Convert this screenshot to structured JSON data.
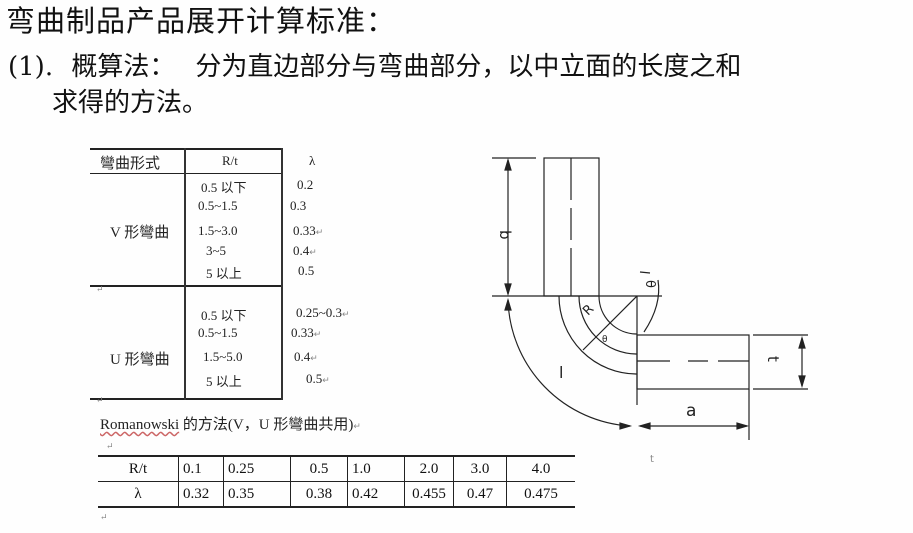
{
  "title": "弯曲制品产品展开计算标准：",
  "method": {
    "number": "(1).",
    "name": "概算法：",
    "description_line1": "分为直边部分与弯曲部分，以中立面的长度之和",
    "description_line2": "求得的方法。"
  },
  "lambda_table": {
    "headers": [
      "彎曲形式",
      "R/t",
      "λ"
    ],
    "groups": [
      {
        "form": "V 形彎曲",
        "rows": [
          {
            "rt": "0.5 以下",
            "lambda": "0.2"
          },
          {
            "rt": "0.5~1.5",
            "lambda": "0.3"
          },
          {
            "rt": "1.5~3.0",
            "lambda": "0.33"
          },
          {
            "rt": "3~5",
            "lambda": "0.4"
          },
          {
            "rt": "5 以上",
            "lambda": "0.5"
          }
        ]
      },
      {
        "form": "U 形彎曲",
        "rows": [
          {
            "rt": "0.5 以下",
            "lambda": "0.25~0.3"
          },
          {
            "rt": "0.5~1.5",
            "lambda": "0.33"
          },
          {
            "rt": "1.5~5.0",
            "lambda": "0.4"
          },
          {
            "rt": "5 以上",
            "lambda": "0.5"
          }
        ]
      }
    ],
    "return_mark": "↵"
  },
  "romanowski": {
    "caption_name": "Romanowski",
    "caption_rest": " 的方法(V，U 形彎曲共用)",
    "row_labels": [
      "R/t",
      "λ"
    ],
    "rt_values": [
      "0.1",
      "0.25",
      "0.5",
      "1.0",
      "2.0",
      "3.0",
      "4.0"
    ],
    "lambda_values": [
      "0.32",
      "0.35",
      "0.38",
      "0.42",
      "0.455",
      "0.47",
      "0.475"
    ]
  },
  "diagram": {
    "labels": {
      "b": "b",
      "r": "R",
      "theta": "θ",
      "l": "l",
      "t": "t",
      "a": "a",
      "small_t": "t"
    },
    "line_color": "#222222"
  }
}
